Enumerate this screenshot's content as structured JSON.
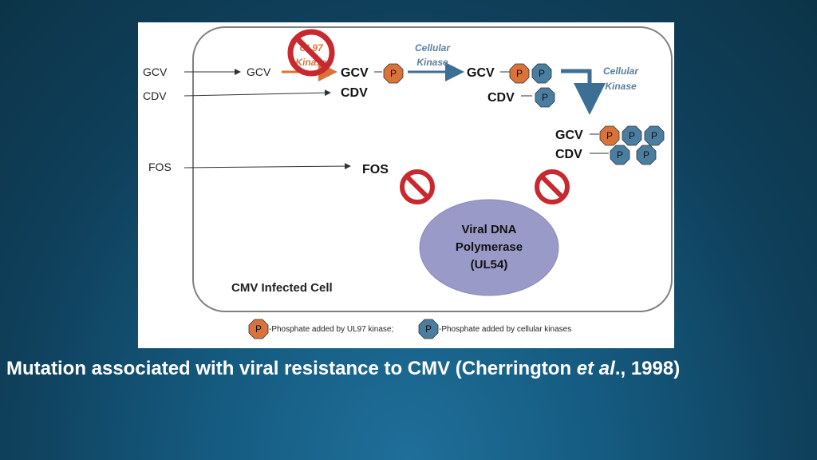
{
  "slide": {
    "caption_main": "Mutation associated with viral resistance to CMV (Cherrington",
    "caption_etal": "et al",
    "caption_end": "., 1998)"
  },
  "diagram": {
    "outside_labels": {
      "gcv": "GCV",
      "cdv": "CDV",
      "fos": "FOS"
    },
    "inner_gcv": "GCV",
    "ul97_kinase": {
      "line1": "UL97",
      "line2": "Kinase"
    },
    "stage1": {
      "gcv": "GCV",
      "cdv": "CDV"
    },
    "cellular_kinase_1": {
      "line1": "Cellular",
      "line2": "Kinase"
    },
    "stage2": {
      "gcv": "GCV",
      "cdv": "CDV"
    },
    "cellular_kinase_2": {
      "line1": "Cellular",
      "line2": "Kinase"
    },
    "stage3": {
      "gcv": "GCV",
      "cdv": "CDV"
    },
    "fos_inner": "FOS",
    "phosphate_letter": "P",
    "polymerase": {
      "line1": "Viral DNA",
      "line2": "Polymerase",
      "line3": "(UL54)"
    },
    "cell_label": "CMV Infected Cell",
    "legend": {
      "orange_text": "-Phosphate added by UL97 kinase;",
      "blue_text": "-Phosphate added by cellular kinases"
    },
    "colors": {
      "orange_phosphate": "#d9733a",
      "blue_phosphate": "#4a7ea0",
      "kinase_label": "#5a7ea0",
      "polymerase_fill": "#9a9ac9",
      "no_sign": "#c8282e"
    }
  }
}
